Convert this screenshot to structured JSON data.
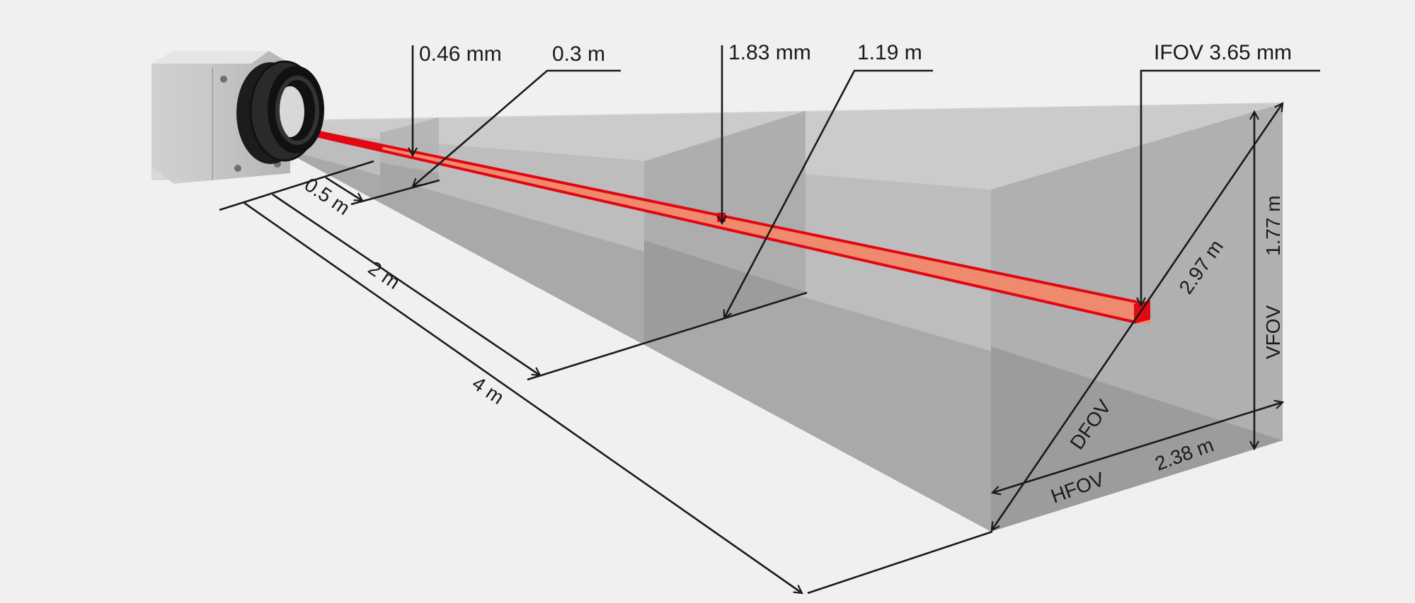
{
  "diagram": {
    "type": "field-of-view / optics diagram",
    "device": "infrared camera",
    "colors": {
      "background": "#f0f0f0",
      "beam_fill": "#f08a6e",
      "beam_edge": "#e30613",
      "plane_light": "#c9c9c9",
      "plane_mid": "#b3b3b3",
      "plane_dark": "#9e9e9e",
      "line": "#1a1a1a"
    },
    "measurement_planes": [
      {
        "distance": "0.5 m",
        "ifov": "0.46 mm",
        "width": "0.3 m"
      },
      {
        "distance": "2 m",
        "ifov": "1.83 mm",
        "width": "1.19 m"
      },
      {
        "distance": "4 m",
        "ifov": "3.65 mm",
        "hfov": "2.38 m",
        "vfov": "1.77 m",
        "dfov": "2.97 m"
      }
    ],
    "labels": {
      "ifov_near": "0.46 mm",
      "width_near": "0.3 m",
      "ifov_mid": "1.83 mm",
      "width_mid": "1.19 m",
      "ifov_far": "IFOV 3.65 mm",
      "dist_near": "0.5 m",
      "dist_mid": "2 m",
      "dist_far": "4 m",
      "dfov_value": "2.97 m",
      "dfov": "DFOV",
      "vfov_value": "1.77 m",
      "vfov": "VFOV",
      "hfov": "HFOV",
      "hfov_value": "2.38 m"
    }
  }
}
